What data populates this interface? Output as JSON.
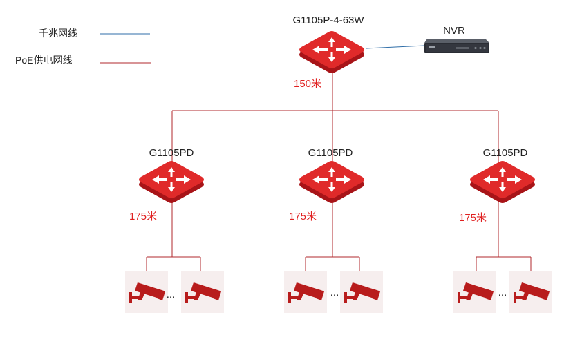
{
  "colors": {
    "gigabit_line": "#2f6ea8",
    "poe_line": "#b0282c",
    "text": "#222222",
    "distance_text": "#e02020",
    "switch_top": "#e02a2a",
    "switch_side": "#a81418",
    "camera": "#b81c1c",
    "camera_tile": "#f6eeee",
    "nvr_body": "#2a2d34"
  },
  "legend": {
    "gigabit": "千兆网线",
    "poe": "PoE供电网线"
  },
  "core_switch": {
    "label": "G1105P-4-63W",
    "icon": "router-switch-icon"
  },
  "nvr": {
    "label": "NVR",
    "icon": "nvr-recorder-icon"
  },
  "trunk_distance": "150米",
  "branches": [
    {
      "label": "G1105PD",
      "distance": "175米",
      "ellipsis": "..."
    },
    {
      "label": "G1105PD",
      "distance": "175米",
      "ellipsis": "..."
    },
    {
      "label": "G1105PD",
      "distance": "175米",
      "ellipsis": "..."
    }
  ]
}
